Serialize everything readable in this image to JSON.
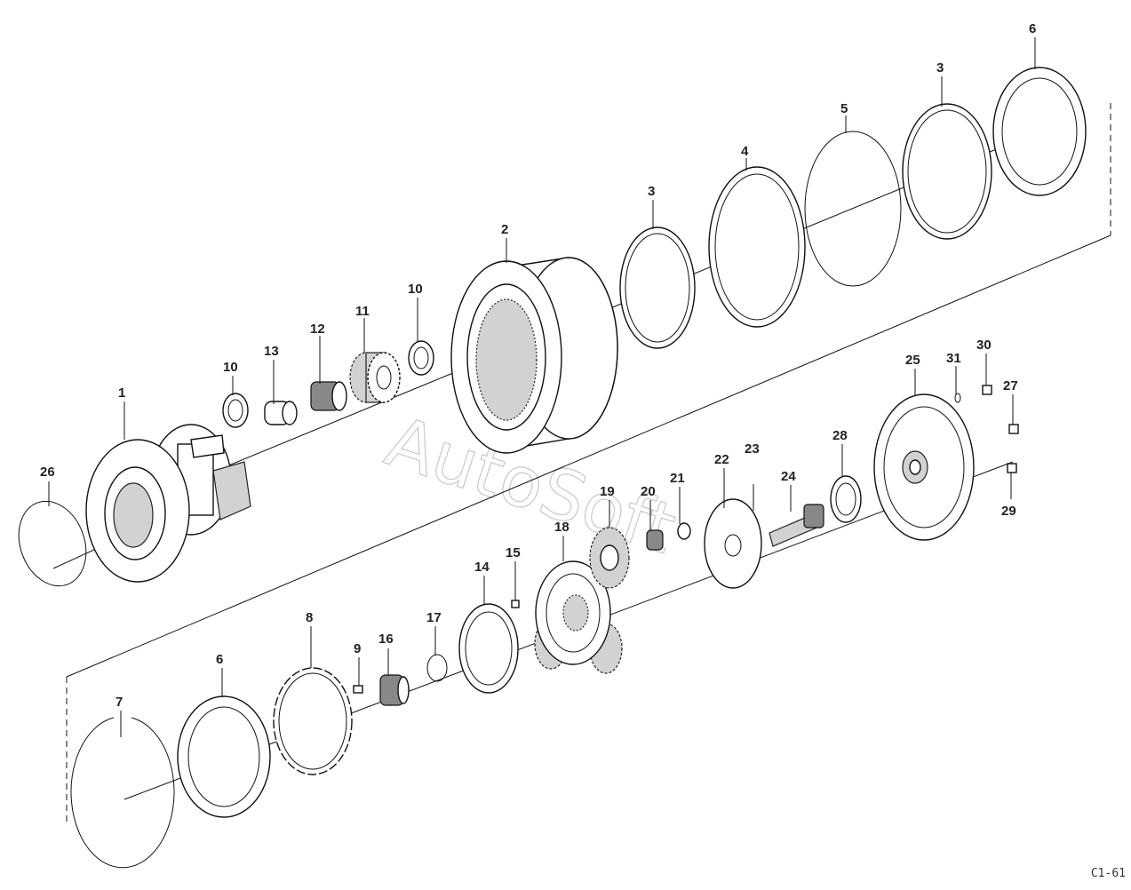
{
  "diagram": {
    "watermark": "AutoSoft",
    "figure_code": "C1-61",
    "callouts": [
      "1",
      "2",
      "3",
      "3",
      "4",
      "5",
      "6",
      "6",
      "7",
      "8",
      "9",
      "10",
      "10",
      "11",
      "12",
      "13",
      "14",
      "15",
      "16",
      "17",
      "18",
      "19",
      "20",
      "21",
      "22",
      "23",
      "24",
      "25",
      "26",
      "27",
      "28",
      "29",
      "30",
      "31"
    ]
  }
}
